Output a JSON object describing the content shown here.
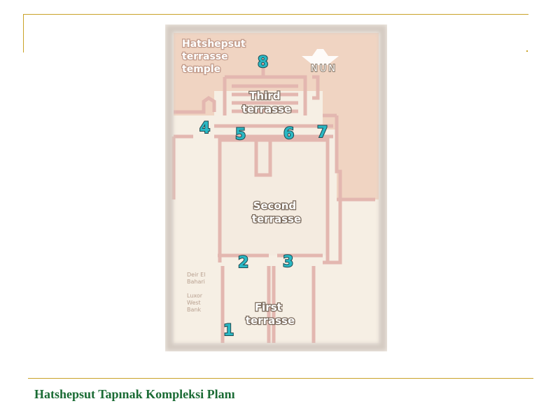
{
  "plan": {
    "title_lines": [
      "Hatshepsut",
      "terrasse",
      "temple"
    ],
    "compass": "NUN",
    "third_terrace": [
      "Third",
      "terrasse"
    ],
    "second_terrace": [
      "Second",
      "terrasse"
    ],
    "first_terrace": [
      "First",
      "terrasse"
    ],
    "location_1": [
      "Deir El",
      "Bahari"
    ],
    "location_2": [
      "Luxor",
      "West",
      "Bank"
    ],
    "markers": [
      "1",
      "2",
      "3",
      "4",
      "5",
      "6",
      "7",
      "8"
    ],
    "colors": {
      "background": "#efe9e2",
      "cliff": "#f0d4c2",
      "terrace": "#f6efe4",
      "wall": "#e3b7b0",
      "marker": "#2ab8c4"
    }
  },
  "caption": "Hatshepsut Tapınak Kompleksi Planı"
}
